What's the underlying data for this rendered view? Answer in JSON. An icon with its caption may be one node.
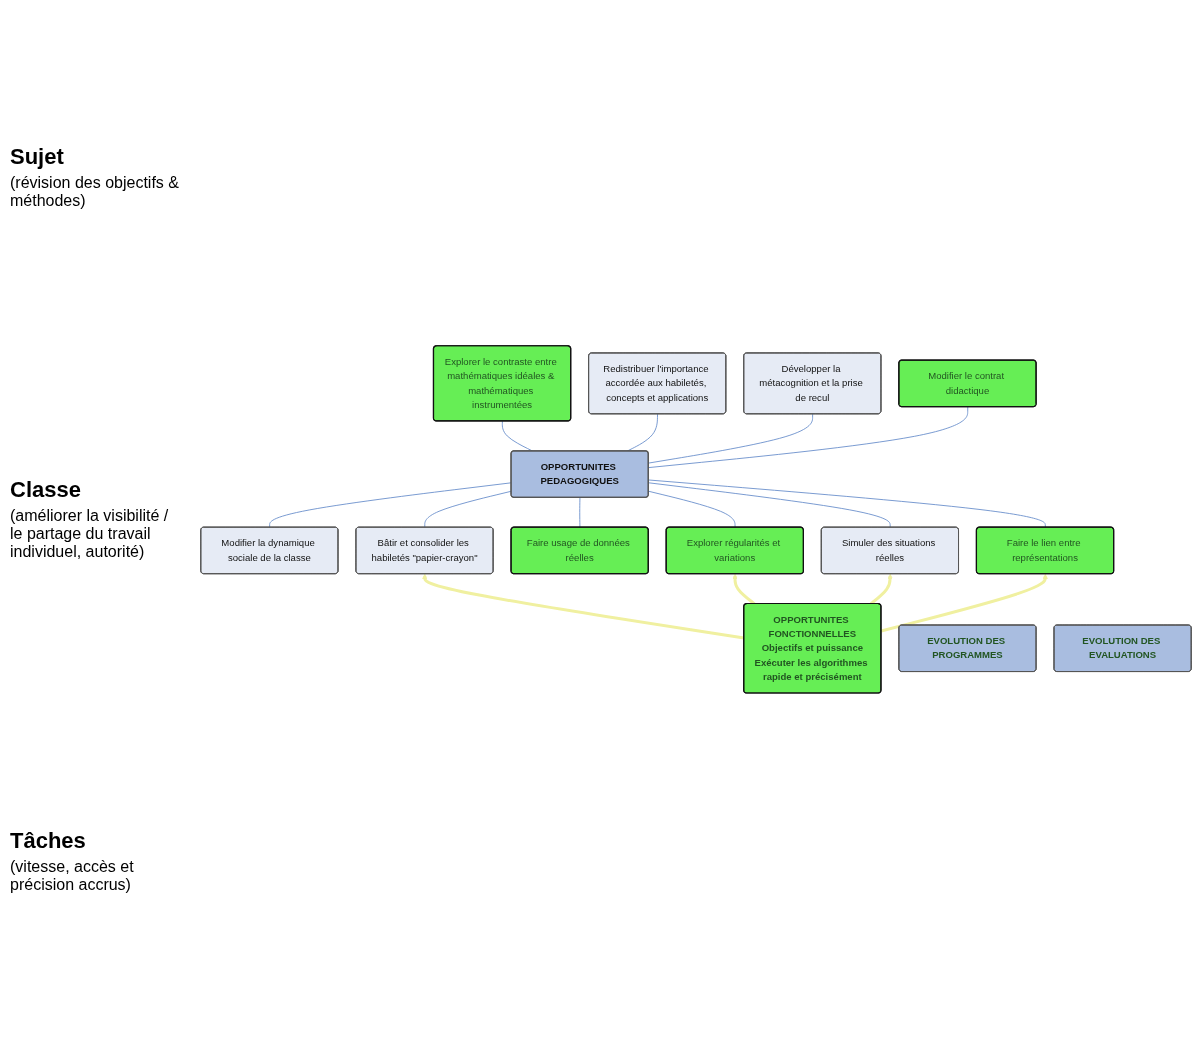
{
  "diagram": {
    "nodes": [
      {
        "text": [
          "Explorer le contraste entre mathématiques idéales & mathématiques instrumentées"
        ]
      },
      {
        "text": [
          "Redistribuer l'importance accordée aux habiletés, concepts et applications"
        ]
      },
      {
        "text": [
          "Développer la métacognition et la prise de recul"
        ]
      },
      {
        "text": [
          "Modifier la dynamique sociale de la classe"
        ]
      },
      {
        "text": [
          "OPPORTUNITES PEDAGOGIQUES"
        ]
      },
      {
        "text": [
          "Modifier le contrat didactique"
        ]
      },
      {
        "text": [
          "Bâtir et consolider les habiletés \"papier-crayon\""
        ]
      },
      {
        "text": [
          "Faire usage de données réelles"
        ]
      },
      {
        "text": [
          "Explorer régularités et variations"
        ]
      },
      {
        "text": [
          "Simuler des situations réelles"
        ]
      },
      {
        "text": [
          "Faire le lien entre représentations"
        ]
      },
      {
        "text": [
          "OPPORTUNITES FONCTIONNELLES",
          "Objectifs et puissance",
          "Exécuter les algorithmes rapide et précisément"
        ]
      },
      {
        "text": [
          "EVOLUTION DES PROGRAMMES"
        ]
      },
      {
        "text": [
          "EVOLUTION DES EVALUATIONS"
        ]
      }
    ],
    "edges": [
      {
        "from": 4,
        "to": 0,
        "arrow": "none"
      },
      {
        "from": 4,
        "to": 1,
        "arrow": "none"
      },
      {
        "from": 4,
        "to": 2,
        "arrow": "none"
      },
      {
        "from": 3,
        "to": 4,
        "arrow": "none"
      },
      {
        "from": 4,
        "to": 5,
        "arrow": "none"
      },
      {
        "from": 6,
        "to": 4,
        "arrow": "none"
      },
      {
        "from": 7,
        "to": 4,
        "arrow": "none"
      },
      {
        "from": 8,
        "to": 4,
        "arrow": "none"
      },
      {
        "from": 9,
        "to": 4,
        "arrow": "none"
      },
      {
        "from": 10,
        "to": 4,
        "arrow": "none"
      },
      {
        "from": 11,
        "to": 6,
        "arrow": "to",
        "style": "thick",
        "color": "#f0f0a0"
      },
      {
        "from": 11,
        "to": 8,
        "arrow": "to",
        "style": "thick",
        "color": "#f0f0a0"
      },
      {
        "from": 11,
        "to": 9,
        "arrow": "to",
        "style": "thick",
        "color": "#f0f0a0"
      },
      {
        "from": 11,
        "to": 10,
        "arrow": "to",
        "style": "thick",
        "color": "#f0f0a0"
      }
    ],
    "labels": [
      "Sujet",
      "(révision des objectifs & méthodes)",
      "Classe",
      "(améliorer la visibilité / le partage du travail individuel, autorité)",
      "Tâches",
      "(vitesse, accès et précision accrus)"
    ]
  }
}
